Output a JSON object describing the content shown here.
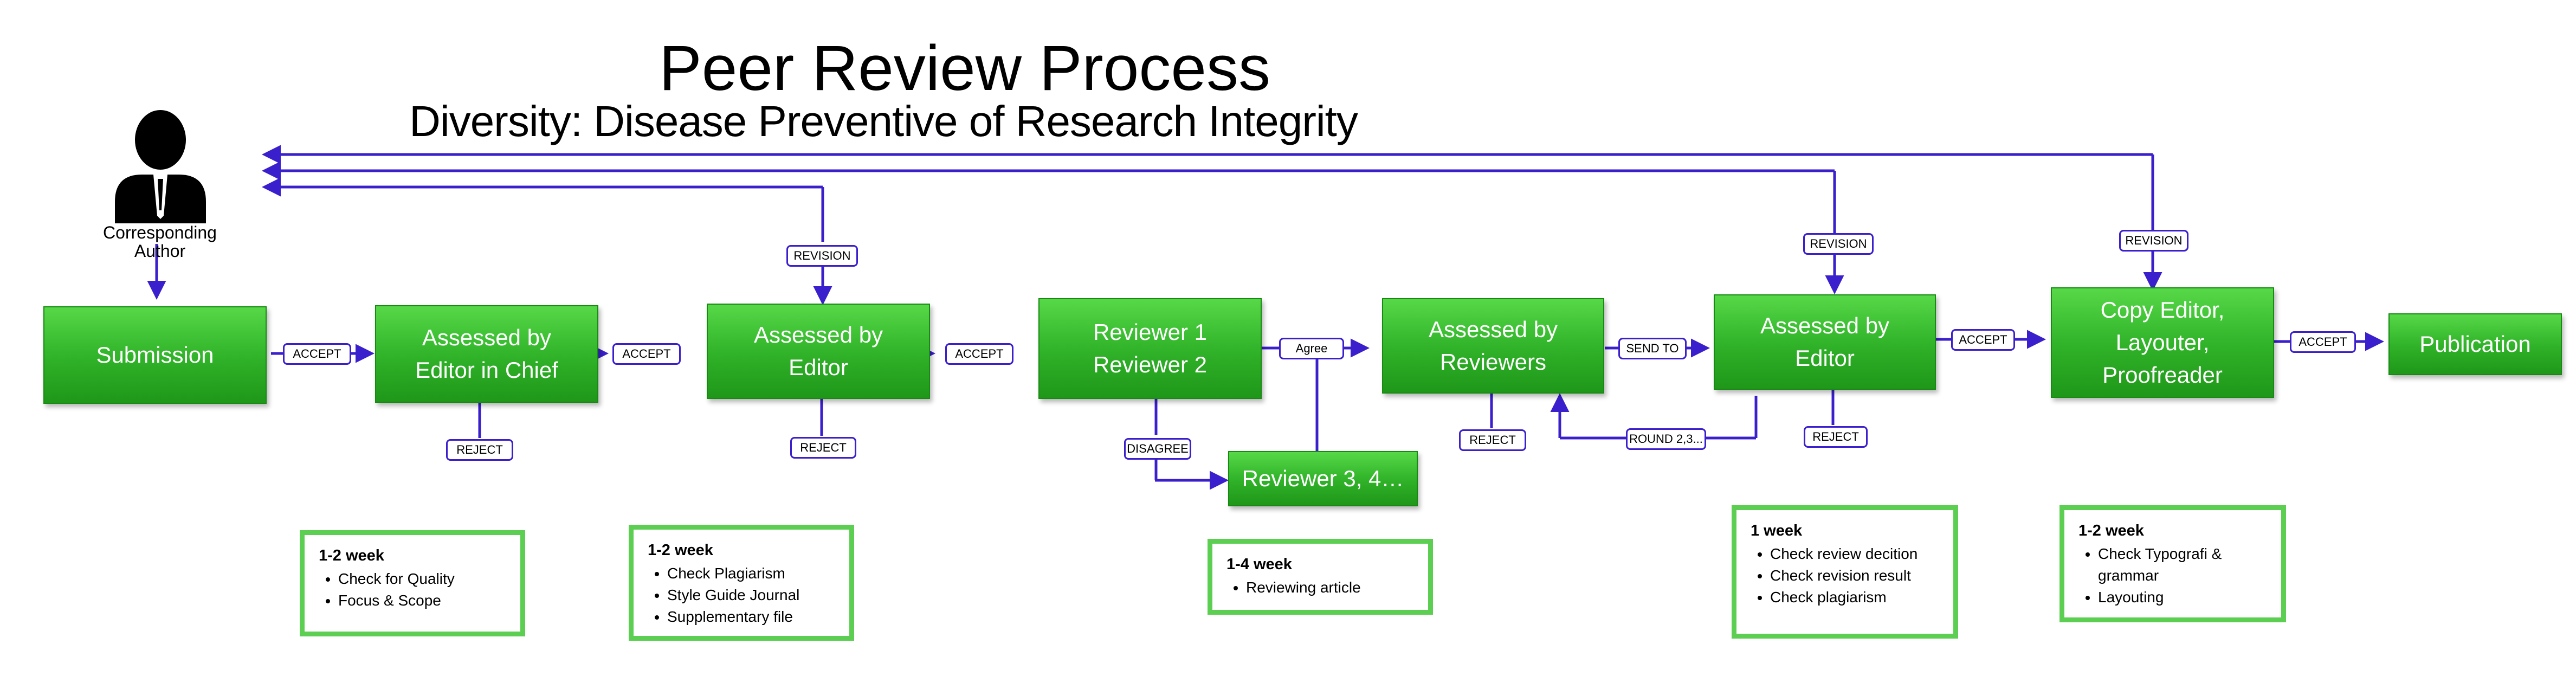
{
  "title": "Peer Review Process",
  "subtitle": "Diversity: Disease Preventive of Research Integrity",
  "author_label": "Corresponding\nAuthor",
  "boxes": {
    "submission": "Submission",
    "editor_in_chief": "Assessed by\nEditor in Chief",
    "editor": "Assessed by\nEditor",
    "reviewer_1_2": "Reviewer 1\nReviewer 2",
    "reviewer_3_4": "Reviewer 3, 4…",
    "reviewers": "Assessed by\nReviewers",
    "editor_final": "Assessed by\nEditor",
    "copy_editor": "Copy Editor,\nLayouter,\nProofreader",
    "publication": "Publication"
  },
  "labels": {
    "accept_1": "ACCEPT",
    "accept_2": "ACCEPT",
    "accept_3": "ACCEPT",
    "agree": "Agree",
    "send_to": "SEND TO",
    "accept_4": "ACCEPT",
    "accept_5": "ACCEPT",
    "reject_1": "REJECT",
    "reject_2": "REJECT",
    "reject_3": "REJECT",
    "reject_4": "REJECT",
    "disagree": "DISAGREE",
    "round": "ROUND 2,3...",
    "revision_1": "REVISION",
    "revision_2": "REVISION",
    "revision_3": "REVISION"
  },
  "notes": [
    {
      "title": "1-2 week",
      "items": [
        "Check for Quality",
        "Focus & Scope"
      ]
    },
    {
      "title": "1-2 week",
      "items": [
        "Check Plagiarism",
        "Style Guide Journal",
        "Supplementary file"
      ]
    },
    {
      "title": "1-4 week",
      "items": [
        "Reviewing article"
      ]
    },
    {
      "title": "1 week",
      "items": [
        "Check review decition",
        "Check revision result",
        "Check plagiarism"
      ]
    },
    {
      "title": "1-2 week",
      "items": [
        "Check Typografi & grammar",
        "Layouting"
      ]
    }
  ],
  "colors": {
    "box_green": "#2fb128",
    "arrow": "#3a1fcc",
    "note_border": "#5ccf52"
  }
}
